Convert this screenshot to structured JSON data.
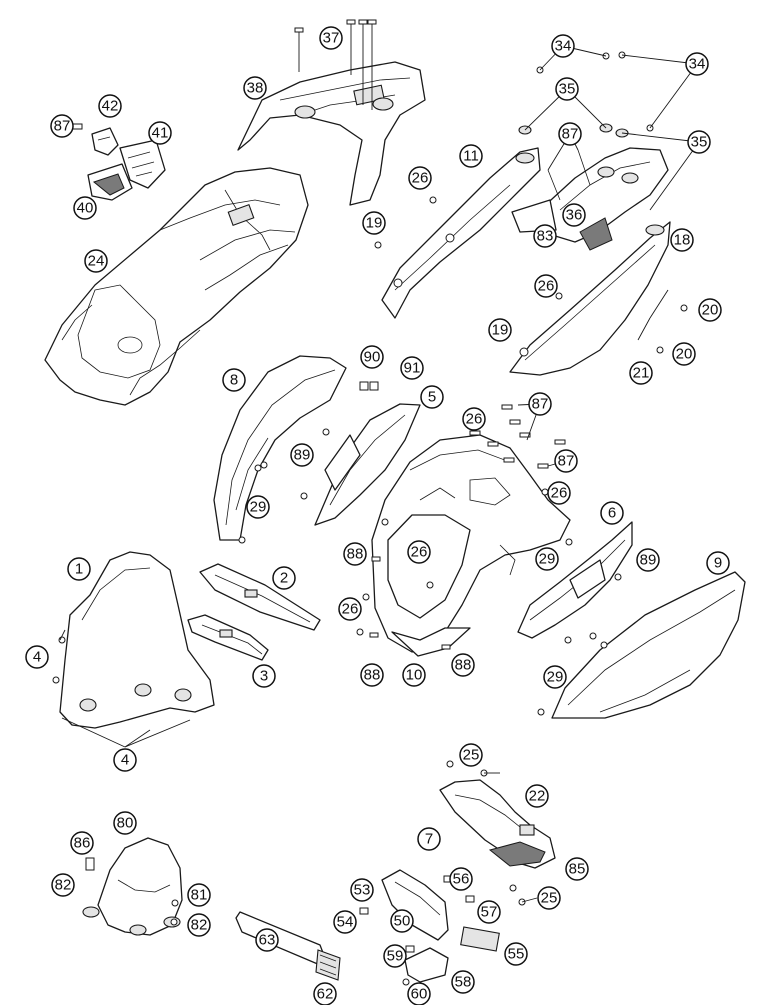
{
  "diagram": {
    "callouts": [
      {
        "id": "c1",
        "label": "1"
      },
      {
        "id": "c2",
        "label": "2"
      },
      {
        "id": "c3",
        "label": "3"
      },
      {
        "id": "c4a",
        "label": "4"
      },
      {
        "id": "c4b",
        "label": "4"
      },
      {
        "id": "c5",
        "label": "5"
      },
      {
        "id": "c6",
        "label": "6"
      },
      {
        "id": "c8",
        "label": "8"
      },
      {
        "id": "c9",
        "label": "9"
      },
      {
        "id": "c10",
        "label": "10"
      },
      {
        "id": "c11",
        "label": "11"
      },
      {
        "id": "c18",
        "label": "18"
      },
      {
        "id": "c19a",
        "label": "19"
      },
      {
        "id": "c19b",
        "label": "19"
      },
      {
        "id": "c20a",
        "label": "20"
      },
      {
        "id": "c20b",
        "label": "20"
      },
      {
        "id": "c21",
        "label": "21"
      },
      {
        "id": "c22",
        "label": "22"
      },
      {
        "id": "c24",
        "label": "24"
      },
      {
        "id": "c25a",
        "label": "25"
      },
      {
        "id": "c25b",
        "label": "25"
      },
      {
        "id": "c26a",
        "label": "26"
      },
      {
        "id": "c26b",
        "label": "26"
      },
      {
        "id": "c26c",
        "label": "26"
      },
      {
        "id": "c26d",
        "label": "26"
      },
      {
        "id": "c26e",
        "label": "26"
      },
      {
        "id": "c26f",
        "label": "26"
      },
      {
        "id": "c29a",
        "label": "29"
      },
      {
        "id": "c29b",
        "label": "29"
      },
      {
        "id": "c29c",
        "label": "29"
      },
      {
        "id": "c34a",
        "label": "34"
      },
      {
        "id": "c34b",
        "label": "34"
      },
      {
        "id": "c35a",
        "label": "35"
      },
      {
        "id": "c35b",
        "label": "35"
      },
      {
        "id": "c36",
        "label": "36"
      },
      {
        "id": "c37",
        "label": "37"
      },
      {
        "id": "c38",
        "label": "38"
      },
      {
        "id": "c40",
        "label": "40"
      },
      {
        "id": "c41",
        "label": "41"
      },
      {
        "id": "c42",
        "label": "42"
      },
      {
        "id": "c50",
        "label": "50"
      },
      {
        "id": "c53",
        "label": "53"
      },
      {
        "id": "c54",
        "label": "54"
      },
      {
        "id": "c55",
        "label": "55"
      },
      {
        "id": "c56",
        "label": "56"
      },
      {
        "id": "c57",
        "label": "57"
      },
      {
        "id": "c58",
        "label": "58"
      },
      {
        "id": "c59",
        "label": "59"
      },
      {
        "id": "c60",
        "label": "60"
      },
      {
        "id": "c62",
        "label": "62"
      },
      {
        "id": "c63",
        "label": "63"
      },
      {
        "id": "c7",
        "label": "7"
      },
      {
        "id": "c80",
        "label": "80"
      },
      {
        "id": "c81",
        "label": "81"
      },
      {
        "id": "c82a",
        "label": "82"
      },
      {
        "id": "c82b",
        "label": "82"
      },
      {
        "id": "c83",
        "label": "83"
      },
      {
        "id": "c85",
        "label": "85"
      },
      {
        "id": "c86",
        "label": "86"
      },
      {
        "id": "c87a",
        "label": "87"
      },
      {
        "id": "c87b",
        "label": "87"
      },
      {
        "id": "c87c",
        "label": "87"
      },
      {
        "id": "c87d",
        "label": "87"
      },
      {
        "id": "c88a",
        "label": "88"
      },
      {
        "id": "c88b",
        "label": "88"
      },
      {
        "id": "c88c",
        "label": "88"
      },
      {
        "id": "c89a",
        "label": "89"
      },
      {
        "id": "c89b",
        "label": "89"
      },
      {
        "id": "c90",
        "label": "90"
      },
      {
        "id": "c91",
        "label": "91"
      }
    ]
  },
  "colors": {
    "line": "#1a1a1a",
    "background": "#ffffff",
    "shade": "#e4e4e4"
  }
}
